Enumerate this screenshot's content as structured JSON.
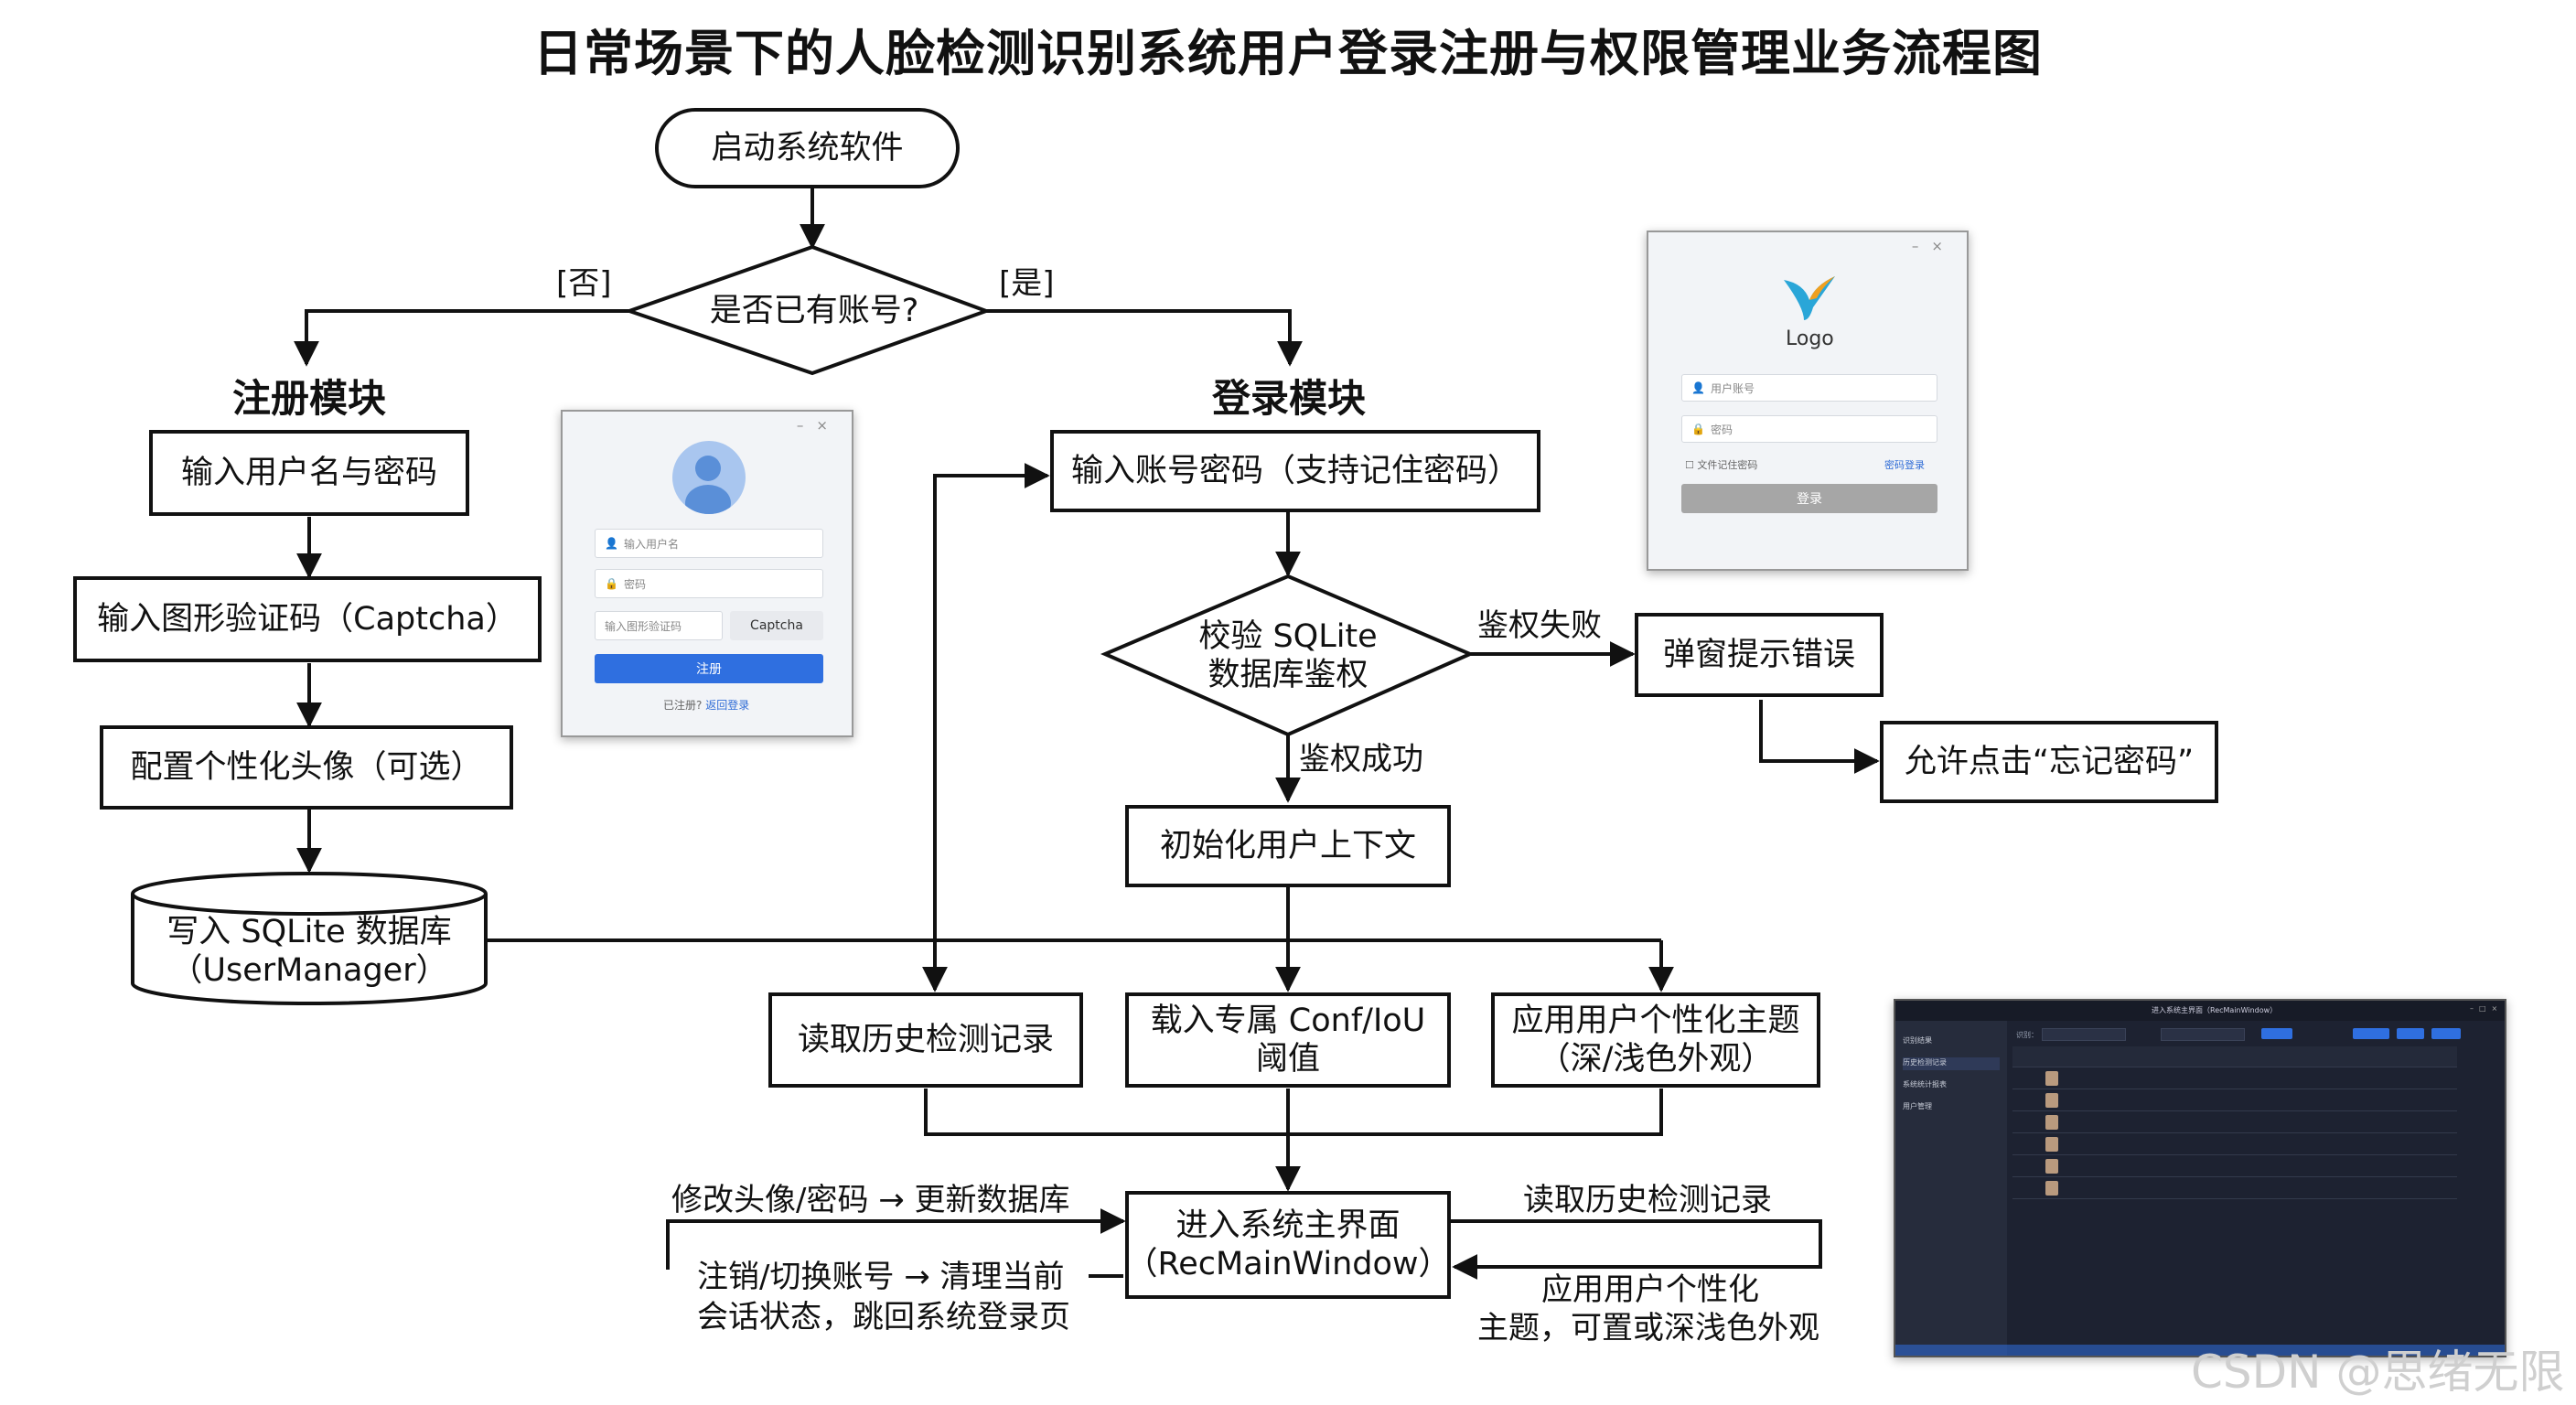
{
  "title": "日常场景下的人脸检测识别系统用户登录注册与权限管理业务流程图",
  "watermark": "CSDN @思绪无限",
  "nodes": {
    "start": "启动系统软件",
    "has_account": "是否已有账号?",
    "reg_input": "输入用户名与密码",
    "reg_captcha": "输入图形验证码（Captcha）",
    "reg_avatar": "配置个性化头像（可选）",
    "reg_db_line1": "写入 SQLite 数据库",
    "reg_db_line2": "（UserManager）",
    "login_input": "输入账号密码（支持记住密码）",
    "auth_line1": "校验 SQLite",
    "auth_line2": "数据库鉴权",
    "popup_error": "弹窗提示错误",
    "forgot_password": "允许点击“忘记密码”",
    "init_context": "初始化用户上下文",
    "read_history": "读取历史检测记录",
    "load_threshold_line1": "载入专属 Conf/IoU",
    "load_threshold_line2": "阈值",
    "apply_theme_line1": "应用用户个性化主题",
    "apply_theme_line2": "（深/浅色外观）",
    "main_window_line1": "进入系统主界面",
    "main_window_line2": "（RecMainWindow）"
  },
  "labels": {
    "no": "[否]",
    "yes": "[是]",
    "register_module": "注册模块",
    "login_module": "登录模块",
    "auth_fail": "鉴权失败",
    "auth_success": "鉴权成功",
    "modify": "修改头像/密码 → 更新数据库",
    "logout_line1": "注销/切换账号 → 清理当前",
    "logout_line2": "会话状态，跳回系统登录页",
    "read_history_right": "读取历史检测记录",
    "apply_theme_right_line1": "应用用户个性化",
    "apply_theme_right_line2": "主题，可置或深浅色外观"
  },
  "register_screenshot": {
    "username_placeholder": "输入用户名",
    "password_placeholder": "密码",
    "captcha_placeholder": "输入图形验证码",
    "captcha_button": "Captcha",
    "submit": "注册",
    "footer_text": "已注册?",
    "footer_link": "返回登录"
  },
  "login_screenshot": {
    "logo_text": "Logo",
    "username_placeholder": "用户账号",
    "password_placeholder": "密码",
    "remember": "文件记住密码",
    "register_link": "密码登录",
    "submit": "登录"
  },
  "main_screenshot": {
    "window_title": "进入系统主界面（RecMainWindow）",
    "sidebar_items": [
      "识别结果",
      "历史检测记录",
      "系统统计报表",
      "用户管理"
    ],
    "search_label": "识别：",
    "rows": 6
  },
  "colors": {
    "line": "#111111",
    "accent_blue": "#2f6fe0",
    "button_gray": "#a6a6a6",
    "dark_bg": "#1d2231"
  }
}
